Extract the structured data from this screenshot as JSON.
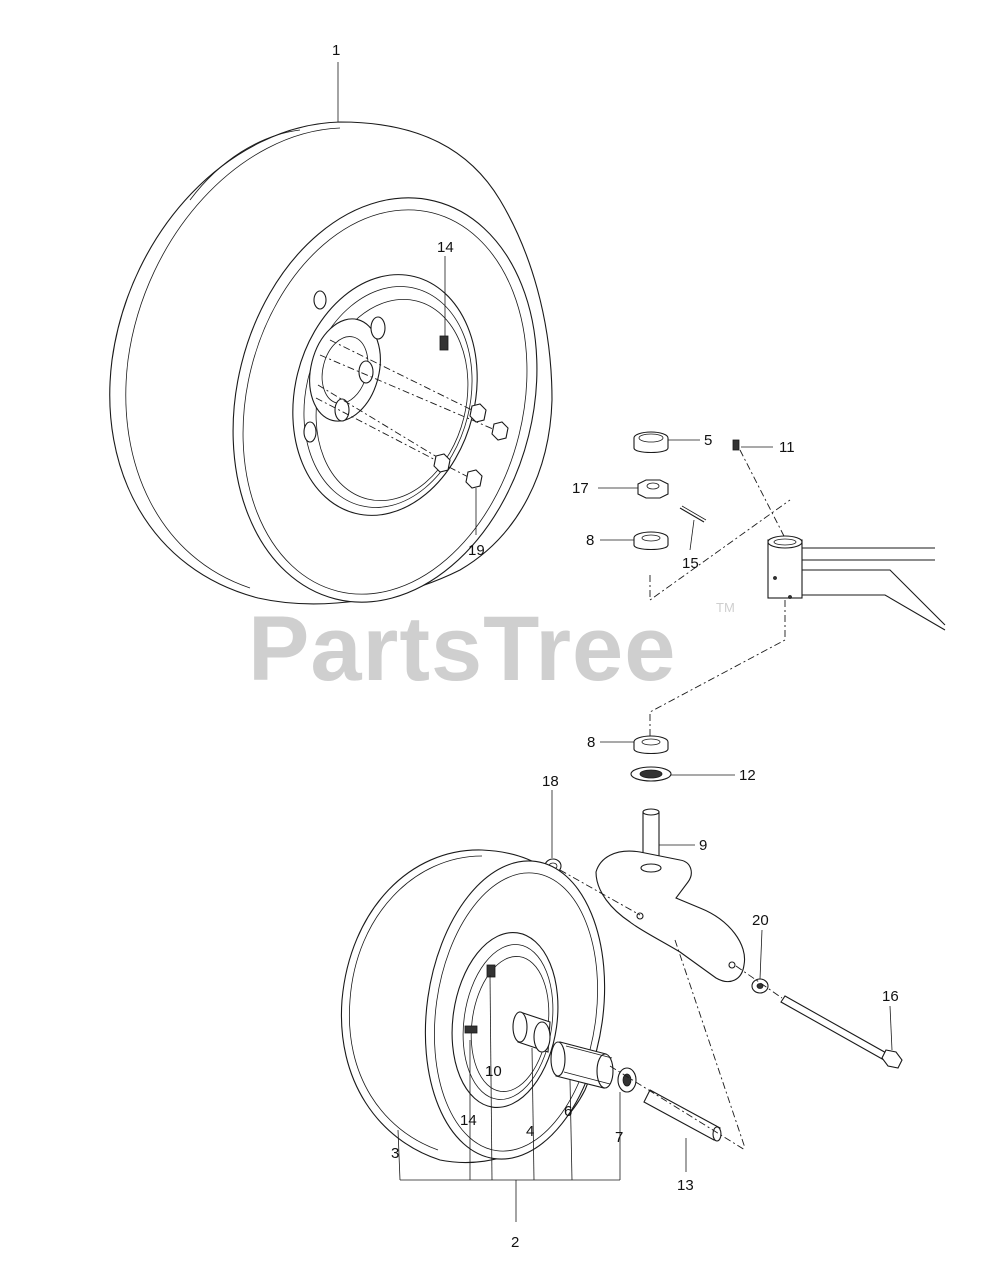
{
  "watermark": {
    "brand": "PartsTree",
    "trademark": "TM"
  },
  "callouts": {
    "c1": "1",
    "c2": "2",
    "c3": "3",
    "c4": "4",
    "c5": "5",
    "c6": "6",
    "c7": "7",
    "c8a": "8",
    "c8b": "8",
    "c9": "9",
    "c10": "10",
    "c11": "11",
    "c12": "12",
    "c13": "13",
    "c14a": "14",
    "c14b": "14",
    "c15": "15",
    "c16": "16",
    "c17": "17",
    "c18": "18",
    "c19": "19",
    "c20": "20"
  }
}
